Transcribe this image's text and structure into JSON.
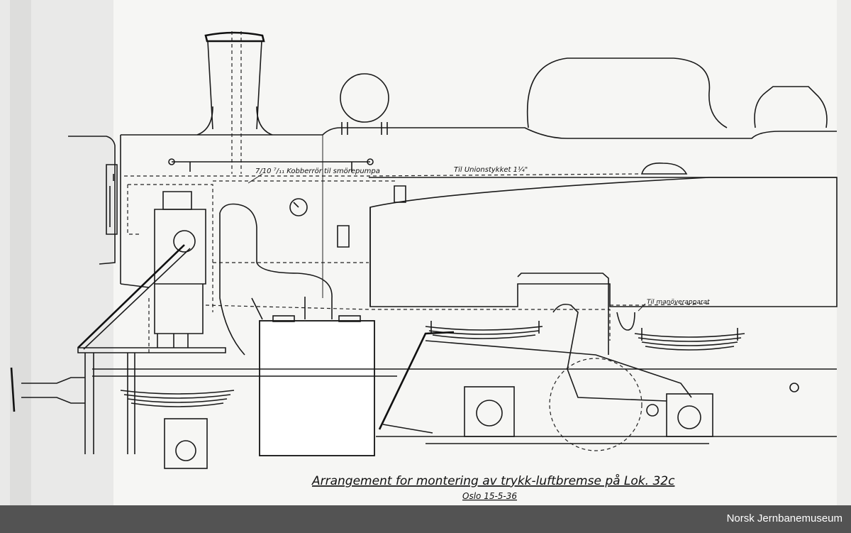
{
  "drawing": {
    "title": "Arrangement for montering av trykk-luftbremse på Lok. 32c",
    "place_date": "Oslo 15-5-36",
    "annotations": {
      "copper_pipe": "7/10 ⁷/₁₁ Kobberrör til smörepumpa",
      "union": "Til Unionstykket 1¼\"",
      "control": "Til manöverapparat"
    }
  },
  "footer": {
    "credit": "Norsk Jernbanemuseum"
  }
}
